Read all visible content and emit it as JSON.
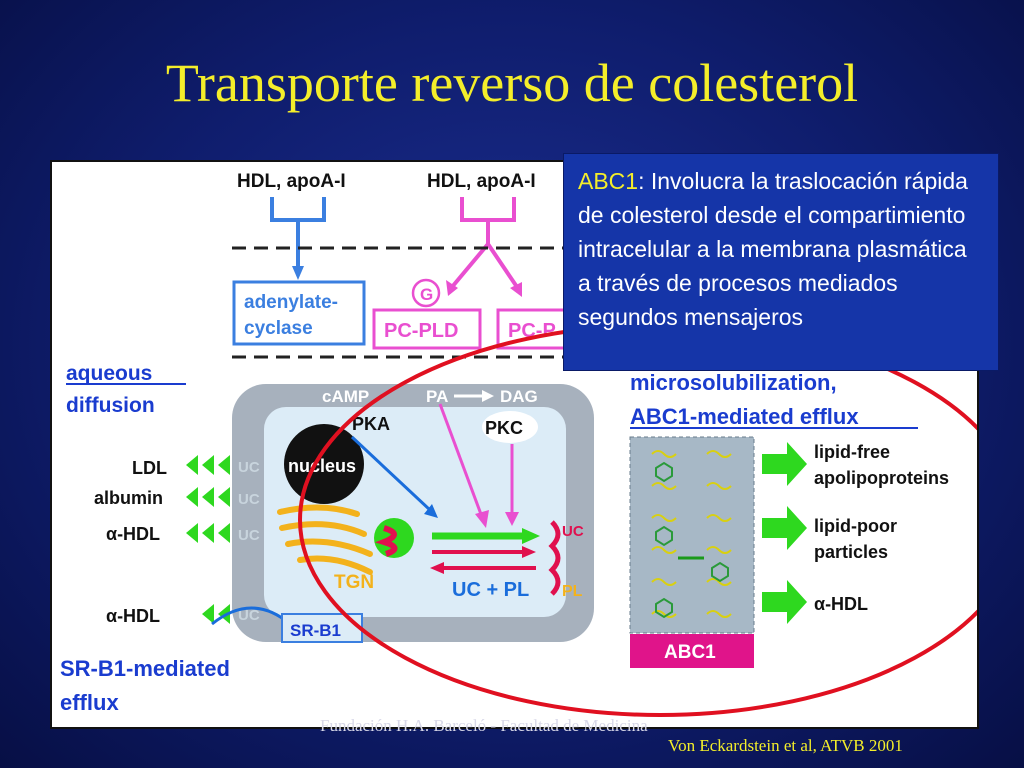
{
  "slide": {
    "title": "Transporte reverso de colesterol",
    "footer": "Fundación H.A. Barceló - Facultad de Medicina",
    "credit": "Von Eckardstein et al, ATVB 2001"
  },
  "callout": {
    "highlight": "ABC1",
    "text": ": Involucra la traslocación rápida de colesterol desde el compartimiento intracelular a la membrana plasmática a través de procesos mediados segundos mensajeros"
  },
  "diagram": {
    "hdl_left": "HDL, apoA-I",
    "hdl_right": "HDL, apoA-I",
    "adenylate1": "adenylate-",
    "adenylate2": "cyclase",
    "g": "G",
    "pcpld": "PC-PLD",
    "pcp": "PC-P",
    "aqueous1": "aqueous",
    "aqueous2": "diffusion",
    "camp": "cAMP",
    "pa": "PA",
    "dag": "DAG",
    "pka": "PKA",
    "pkc": "PKC",
    "nucleus": "nucleus",
    "micro1": "microsolubilization,",
    "micro2": "ABC1-mediated efflux",
    "ldl": "LDL",
    "albumin": "albumin",
    "ahdl1": "α-HDL",
    "ahdl2": "α-HDL",
    "uc": "UC",
    "tgn": "TGN",
    "ucpl": "UC + PL",
    "pl": "PL",
    "srb1": "SR-B1",
    "srb1eff1": "SR-B1-mediated",
    "srb1eff2": "efflux",
    "lipidfree1": "lipid-free",
    "lipidfree2": "apolipoproteins",
    "lipidpoor1": "lipid-poor",
    "lipidpoor2": "particles",
    "ahdl3": "α-HDL",
    "abc1": "ABC1"
  },
  "colors": {
    "title": "#f4ee2a",
    "background": "#0f1d6d",
    "callout_bg": "#1535a8",
    "blue_label": "#1a3ccf",
    "pink": "#e94fd0",
    "green": "#2ee01f",
    "red_arrow": "#e0104e",
    "ellipse": "#e01020"
  }
}
